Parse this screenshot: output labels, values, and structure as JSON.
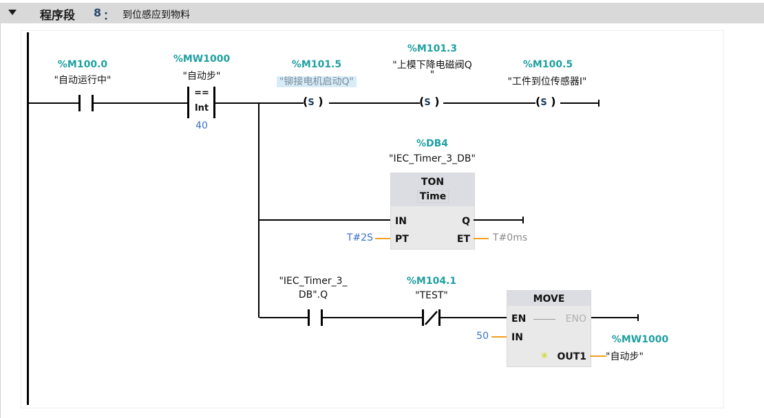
{
  "network": {
    "keyword": "程序段",
    "number": "8",
    "colon": "：",
    "title": "到位感应到物料"
  },
  "rung1": {
    "contact1": {
      "address": "%M100.0",
      "symbol": "\"自动运行中\""
    },
    "compare": {
      "address": "%MW1000",
      "symbol": "\"自动步\"",
      "operator": "==",
      "type": "Int",
      "value": "40"
    },
    "coil1": {
      "address": "%M101.5",
      "symbol": "\"铆接电机启动Q\"",
      "type": "S"
    },
    "coil2": {
      "address": "%M101.3",
      "symbol_line1": "\"上模下降电磁阀Q",
      "symbol_line2": "\"",
      "type": "S"
    },
    "coil3": {
      "address": "%M100.5",
      "symbol": "\"工件到位传感器I\"",
      "type": "S"
    }
  },
  "timer": {
    "address": "%DB4",
    "instance": "\"IEC_Timer_3_DB\"",
    "type": "TON",
    "datatype": "Time",
    "pins": {
      "in": "IN",
      "pt": "PT",
      "q": "Q",
      "et": "ET"
    },
    "pt_value": "T#2S",
    "et_value": "T#0ms"
  },
  "rung3": {
    "contact_no": {
      "symbol_line1": "\"IEC_Timer_3_",
      "symbol_line2": "DB\".Q"
    },
    "contact_nc": {
      "address": "%M104.1",
      "symbol": "\"TEST\""
    },
    "move": {
      "title": "MOVE",
      "pins": {
        "en": "EN",
        "eno": "ENO",
        "in": "IN",
        "out1": "OUT1"
      },
      "in_value": "50",
      "out_address": "%MW1000",
      "out_symbol": "\"自动步\""
    }
  }
}
